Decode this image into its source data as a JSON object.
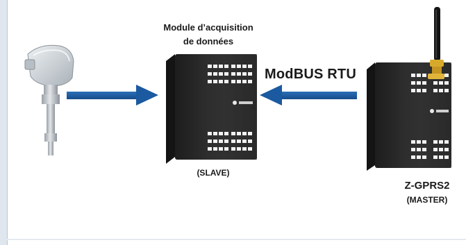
{
  "diagram": {
    "module_title_line1": "Module d’acquisition",
    "module_title_line2": "de données",
    "slave_label": "(SLAVE)",
    "protocol_label": "ModBUS RTU",
    "gateway_name": "Z-GPRS2",
    "gateway_role": "(MASTER)",
    "colors": {
      "arrow": "#1b5aa0",
      "module_body": "#2a2a2a",
      "terminal": "#f2f2f2",
      "antenna": "#151515",
      "connector": "#d7a92b",
      "sensor": "#c9ced3"
    },
    "icons": [
      "temperature-sensor-icon",
      "module-device-icon",
      "gprs-device-icon",
      "antenna-icon",
      "arrow-right-icon",
      "arrow-left-icon"
    ]
  }
}
